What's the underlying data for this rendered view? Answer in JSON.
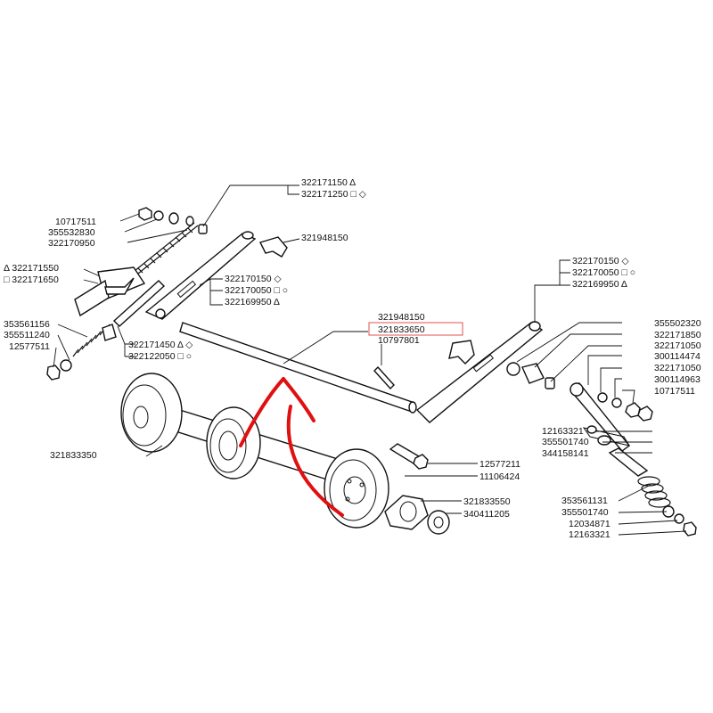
{
  "labels": {
    "p322171150": "322171150 Δ",
    "p322171250": "322171250 □ ◇",
    "p10717511_tl": "10717511",
    "p355532830": "355532830",
    "p322170950": "322170950",
    "p322171550": "Δ 322171550",
    "p322171650": "□ 322171650",
    "p321948150_top": "321948150",
    "p322170150_l": "322170150 ◇",
    "p322170050_l": "322170050 □ ○",
    "p322169950_l": "322169950 Δ",
    "p353561156": "353561156",
    "p355511240": "355511240",
    "p12577511": "12577511",
    "p322171450": "322171450 Δ ◇",
    "p322122050": "322122050 □ ○",
    "p321948150_mid": "321948150",
    "p321833650": "321833650",
    "p10797801": "10797801",
    "p322170150_r": "322170150 ◇",
    "p322170050_r": "322170050 □ ○",
    "p322169950_r": "322169950 Δ",
    "p355502320": "355502320",
    "p322171850": "322171850",
    "p322171050_a": "322171050",
    "p300114474": "300114474",
    "p322171050_b": "322171050",
    "p300114963": "300114963",
    "p10717511_r": "10717511",
    "p12163321_a": "12163321",
    "p355501740_a": "355501740",
    "p344158141": "344158141",
    "p12577211": "12577211",
    "p11106424": "11106424",
    "p321833350": "321833350",
    "p321833550": "321833550",
    "p340411205": "340411205",
    "p353561131": "353561131",
    "p355501740_b": "355501740",
    "p12034871": "12034871",
    "p12163321_b": "12163321"
  },
  "colors": {
    "line": "#111111",
    "highlight_box": "#e05050",
    "annotation_arrow": "#e01010"
  },
  "annotation": {
    "highlighted_part": "321833650",
    "arrow_icon": "red-curved-arrow"
  }
}
